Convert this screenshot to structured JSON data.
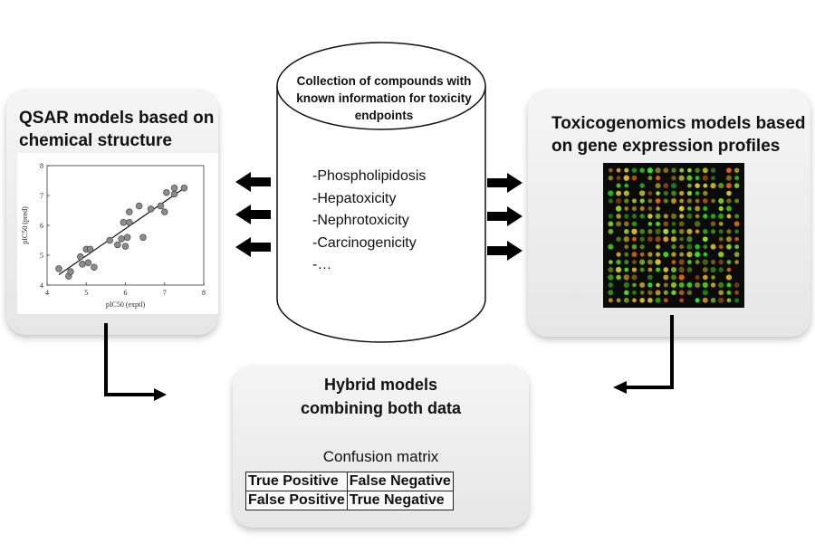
{
  "qsar": {
    "title": "QSAR models based on chemical structure",
    "chart_data": {
      "type": "scatter",
      "xlabel": "pIC50 (exptl)",
      "ylabel": "pIC50 (pred)",
      "xlim": [
        4,
        8
      ],
      "ylim": [
        4,
        8
      ],
      "xticks": [
        "4",
        "5",
        "6",
        "7",
        "8"
      ],
      "yticks": [
        "4",
        "5",
        "6",
        "7",
        "8"
      ],
      "points": [
        {
          "x": 4.3,
          "y": 4.55
        },
        {
          "x": 4.55,
          "y": 4.3
        },
        {
          "x": 4.6,
          "y": 4.45
        },
        {
          "x": 4.85,
          "y": 4.95
        },
        {
          "x": 4.9,
          "y": 4.7
        },
        {
          "x": 5.0,
          "y": 5.2
        },
        {
          "x": 5.05,
          "y": 4.75
        },
        {
          "x": 5.1,
          "y": 5.2
        },
        {
          "x": 5.2,
          "y": 4.6
        },
        {
          "x": 5.6,
          "y": 5.5
        },
        {
          "x": 5.8,
          "y": 5.35
        },
        {
          "x": 5.9,
          "y": 5.55
        },
        {
          "x": 5.95,
          "y": 6.1
        },
        {
          "x": 6.0,
          "y": 5.3
        },
        {
          "x": 6.05,
          "y": 5.6
        },
        {
          "x": 6.1,
          "y": 6.1
        },
        {
          "x": 6.1,
          "y": 6.45
        },
        {
          "x": 6.35,
          "y": 6.65
        },
        {
          "x": 6.45,
          "y": 5.6
        },
        {
          "x": 6.65,
          "y": 6.55
        },
        {
          "x": 6.9,
          "y": 6.65
        },
        {
          "x": 7.0,
          "y": 6.45
        },
        {
          "x": 7.05,
          "y": 7.1
        },
        {
          "x": 7.25,
          "y": 7.05
        },
        {
          "x": 7.25,
          "y": 7.25
        },
        {
          "x": 7.5,
          "y": 7.25
        }
      ],
      "fit_line": [
        {
          "x": 4.3,
          "y": 4.35
        },
        {
          "x": 7.45,
          "y": 7.2
        }
      ]
    }
  },
  "collection": {
    "title": "Collection of compounds with known information for toxicity endpoints",
    "endpoints": [
      "-Phospholipidosis",
      "-Hepatoxicity",
      "-Nephrotoxicity",
      "-Carcinogenicity",
      "-…"
    ]
  },
  "toxicogenomics": {
    "title": "Toxicogenomics models based on gene expression profiles",
    "colors": [
      "#2ee61a",
      "#4fd91f",
      "#9ee01c",
      "#d9d01c",
      "#e0a51f",
      "#d9631a",
      "#e0c21a",
      "#7fd31a"
    ]
  },
  "hybrid": {
    "title_line1": "Hybrid models",
    "title_line2": "combining both data",
    "confusion_label": "Confusion matrix",
    "matrix": [
      [
        "True Positive",
        "False Negative"
      ],
      [
        "False Positive",
        "True Negative"
      ]
    ]
  }
}
